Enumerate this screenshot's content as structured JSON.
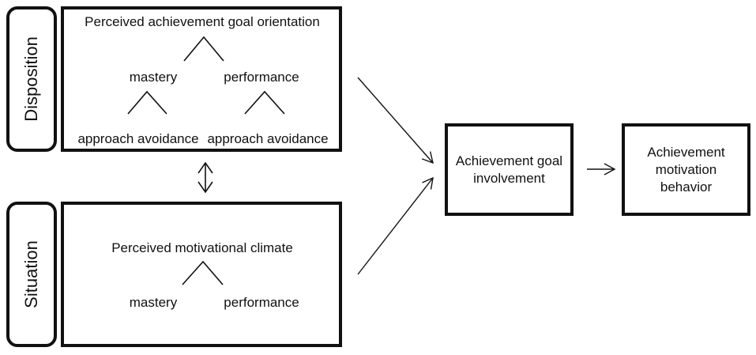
{
  "side_labels": {
    "disposition": "Disposition",
    "situation": "Situation"
  },
  "disposition_box": {
    "title": "Perceived achievement goal orientation",
    "branch_left": "mastery",
    "branch_right": "performance",
    "leaf_left": "approach avoidance",
    "leaf_right": "approach avoidance"
  },
  "situation_box": {
    "title": "Perceived motivational climate",
    "branch_left": "mastery",
    "branch_right": "performance"
  },
  "involvement_box": {
    "lines": [
      "Achievement goal",
      "involvement"
    ]
  },
  "behavior_box": {
    "lines": [
      "Achievement",
      "motivation",
      "behavior"
    ]
  },
  "colors": {
    "stroke": "#111111",
    "background": "#ffffff"
  }
}
